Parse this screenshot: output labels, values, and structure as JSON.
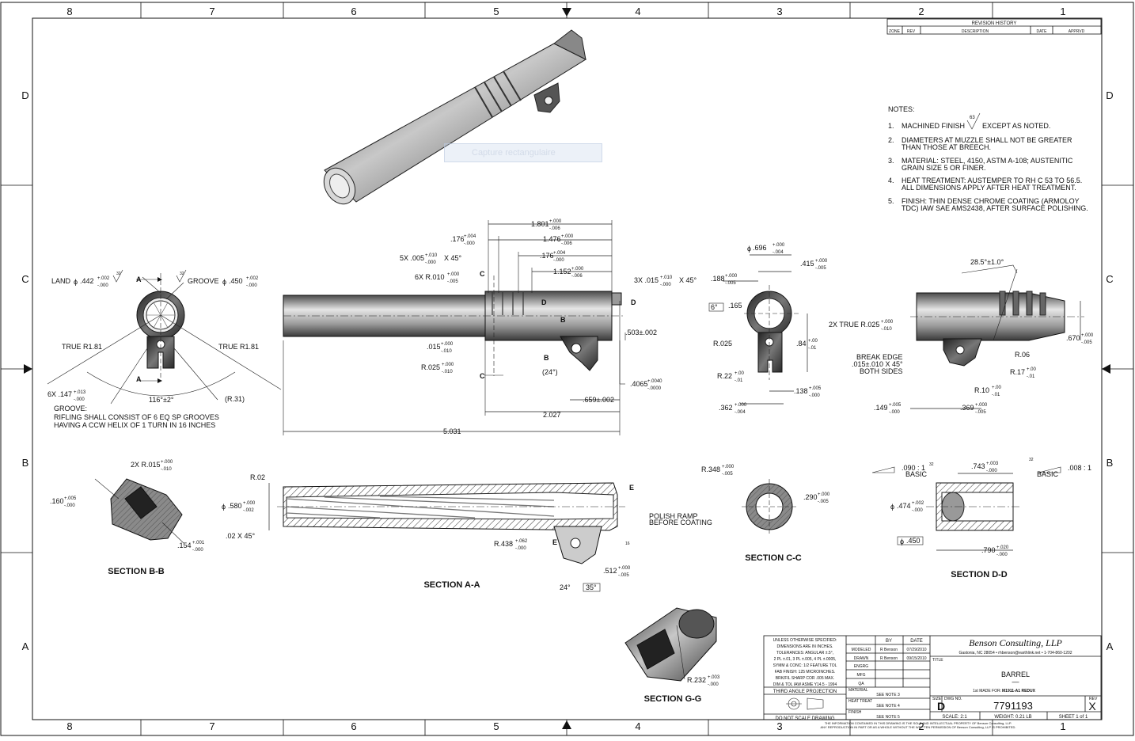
{
  "zones": {
    "columns": [
      "8",
      "7",
      "6",
      "5",
      "4",
      "3",
      "2",
      "1"
    ],
    "rows": [
      "D",
      "C",
      "B",
      "A"
    ]
  },
  "revision_history": {
    "title": "REVISION HISTORY",
    "headers": [
      "ZONE",
      "REV",
      "DESCRIPTION",
      "DATE",
      "APPRVD"
    ]
  },
  "notes": {
    "heading": "NOTES:",
    "items": [
      {
        "num": "1.",
        "lines": [
          "MACHINED FINISH",
          "EXCEPT AS NOTED."
        ],
        "finish_value": "63"
      },
      {
        "num": "2.",
        "lines": [
          "DIAMETERS AT MUZZLE SHALL NOT BE GREATER",
          "THAN THOSE AT BREECH."
        ]
      },
      {
        "num": "3.",
        "lines": [
          "MATERIAL:  STEEL, 4150, ASTM A-108; AUSTENITIC",
          "GRAIN SIZE 5 OR FINER."
        ]
      },
      {
        "num": "4.",
        "lines": [
          "HEAT TREATMENT:  AUSTEMPER TO RH C 53 TO 56.5.",
          "ALL DIMENSIONS APPLY AFTER HEAT TREATMENT."
        ]
      },
      {
        "num": "5.",
        "lines": [
          "FINISH:  THIN DENSE CHROME COATING (ARMOLOY",
          "TDC) IAW SAE AMS2438, AFTER SURFACE POLISHING."
        ]
      }
    ]
  },
  "overlay": {
    "capture_label": "Capture rectangulaire"
  },
  "end_view": {
    "land": "LAND",
    "land_dia": ".442",
    "land_tol_plus": "+.002",
    "land_tol_minus": "-.000",
    "groove": "GROOVE",
    "groove_dia": ".450",
    "groove_tol_plus": "+.002",
    "groove_tol_minus": "-.000",
    "finish32": "32",
    "true_r": "TRUE R1.81",
    "six_x": "6X .147",
    "six_x_plus": "+.013",
    "six_x_minus": "-.000",
    "angle": "116°±2°",
    "r31": "(R.31)",
    "section_a": "A",
    "groove_note_title": "GROOVE:",
    "groove_note_1": "RIFLING SHALL CONSIST OF 6 EQ SP GROOVES",
    "groove_note_2": "HAVING A CCW HELIX OF 1 TURN IN 16 INCHES"
  },
  "side_view": {
    "d1801": "1.801",
    "d1801_p": "+.000",
    "d1801_m": "-.006",
    "d176a": ".176",
    "d176a_p": "+.004",
    "d176a_m": "-.000",
    "d1476": "1.476",
    "d1476_p": "+.000",
    "d1476_m": "-.006",
    "d5x": "5X .005",
    "d5x_p": "+.010",
    "d5x_m": "-.000",
    "d5x_s": "X 45°",
    "d176b": ".176",
    "d176b_p": "+.004",
    "d176b_m": "-.000",
    "d6x": "6X R.010",
    "d6x_p": "+.000",
    "d6x_m": "-.005",
    "d1152": "1.152",
    "d1152_p": "+.000",
    "d1152_m": "-.006",
    "d3x": "3X .015",
    "d3x_p": "+.010",
    "d3x_m": "-.000",
    "d3x_s": "X 45°",
    "d503": ".503±.002",
    "d015": ".015",
    "d015_p": "+.000",
    "d015_m": "-.010",
    "dr025": "R.025",
    "dr025_p": "+.000",
    "dr025_m": "-.010",
    "d24": "(24°)",
    "d4065": ".4065",
    "d4065_p": "+.0040",
    "d4065_m": "-.0000",
    "d659": ".659±.002",
    "d2027": "2.027",
    "d5031": "5.031",
    "lab_c": "C",
    "lab_d": "D",
    "lab_b": "B"
  },
  "section_cc_view": {
    "d696": ".696",
    "d696_p": "+.000",
    "d696_m": "-.004",
    "d415": ".415",
    "d415_p": "+.000",
    "d415_m": "-.005",
    "d188": ".188",
    "d188_p": "+.000",
    "d188_m": "-.005",
    "d6deg": "6°",
    "d165": ".165",
    "dr025": "R.025",
    "d84": ".84",
    "d84_p": "+.00",
    "d84_m": "-.01",
    "dr22": "R.22",
    "dr22_p": "+.00",
    "dr22_m": "-.01",
    "d138": ".138",
    "d138_p": "+.005",
    "d138_m": "-.000",
    "d362": ".362",
    "d362_p": "+.000",
    "d362_m": "-.004"
  },
  "right_view": {
    "d285": "28.5°±1.0°",
    "d2x": "2X TRUE R.025",
    "d2x_p": "+.000",
    "d2x_m": "-.010",
    "break1": "BREAK EDGE",
    "break2": ".015±.010 X 45°",
    "break3": "BOTH SIDES",
    "r06": "R.06",
    "r17": "R.17",
    "r17_p": "+.00",
    "r17_m": "-.01",
    "r10": "R.10",
    "r10_p": "+.00",
    "r10_m": "-.01",
    "d670": ".670",
    "d670_p": "+.000",
    "d670_m": "-.005",
    "d149": ".149",
    "d149_p": "+.005",
    "d149_m": "-.000",
    "d369": ".369",
    "d369_p": "+.000",
    "d369_m": "-.005"
  },
  "section_bb": {
    "title": "SECTION B-B",
    "r015": "2X R.015",
    "r015_p": "+.000",
    "r015_m": "-.010",
    "d160": ".160",
    "d160_p": "+.005",
    "d160_m": "-.000",
    "d154": ".154",
    "d154_p": "+.001",
    "d154_m": "-.000"
  },
  "section_aa": {
    "title": "SECTION A-A",
    "r02": "R.02",
    "d580": ".580",
    "d580_p": "+.000",
    "d580_m": "-.002",
    "d02": ".02 X 45°",
    "polish1": "POLISH RAMP",
    "polish2": "BEFORE COATING",
    "lab_e": "E",
    "r438": "R.438",
    "r438_p": "+.062",
    "r438_m": "-.000",
    "d24": "24°",
    "d35": "35°",
    "d512": ".512",
    "d512_p": "+.000",
    "d512_m": "-.005",
    "finish16": "16"
  },
  "section_cc": {
    "title": "SECTION C-C",
    "r348": "R.348",
    "r348_p": "+.000",
    "r348_m": "-.005",
    "d290": ".290",
    "d290_p": "+.000",
    "d290_m": "-.005"
  },
  "section_dd": {
    "title": "SECTION D-D",
    "d090": ".090 : 1",
    "basic": "BASIC",
    "d743": ".743",
    "d743_p": "+.003",
    "d743_m": "-.000",
    "d008": ".008 : 1",
    "d474": ".474",
    "d474_p": "+.002",
    "d474_m": "-.000",
    "d450": ".450",
    "d790": ".790",
    "d790_p": "+.020",
    "d790_m": "-.000",
    "finish32": "32"
  },
  "section_gg": {
    "title": "SECTION G-G",
    "r232": "R.232",
    "r232_p": "+.003",
    "r232_m": "-.000"
  },
  "title_block": {
    "tolerances": [
      "UNLESS OTHERWISE SPECIFIED:",
      "DIMENSIONS ARE IN INCHES.",
      "TOLERANCES:  ANGULAR ±.5°,",
      "2 PL ±.01, 3 PL ±.005, 4 PL ±.0005,",
      "SYMM & CONC: 1/2 FEATURE TOL",
      "FAB FINISH: 125 MICROINCHES.",
      "BRK/FIL SHARP COR .005 MAX.",
      "DIM & TOL IAW ASME Y14.5 - 1994"
    ],
    "projection": "THIRD ANGLE PROJECTION",
    "dns": "DO NOT SCALE DRAWING",
    "by": "BY",
    "date": "DATE",
    "roles": [
      {
        "role": "MODELED",
        "by": "R Benson",
        "date": "07/29/2010"
      },
      {
        "role": "DRAWN",
        "by": "R Benson",
        "date": "09/15/2010"
      },
      {
        "role": "ENGRG",
        "by": "",
        "date": ""
      },
      {
        "role": "MFG",
        "by": "",
        "date": ""
      },
      {
        "role": "QA",
        "by": "",
        "date": ""
      }
    ],
    "material_label": "MATERIAL",
    "material": "SEE NOTE 3",
    "heat_label": "HEAT TREAT",
    "heat": "SEE NOTE 4",
    "finish_label": "FINISH",
    "finish": "SEE NOTE 5",
    "company": "Benson Consulting, LLP",
    "address": "Gastonia, NC 28054 •  rhbenson@earthlink.net  •  1-704-860-1202",
    "title_label": "TITLE",
    "part_title": "BARREL",
    "dash": "—",
    "made_for": "1st MADE FOR: ",
    "made_for_bold": "M1911-A1 REDUX",
    "size_label": "SIZE",
    "size": "D",
    "dwg_label": "DWG NO.",
    "dwg_no": "7791193",
    "rev_label": "REV",
    "rev": "X",
    "scale": "SCALE:  2:1",
    "weight": "WEIGHT:  0.21 LB",
    "sheet": "SHEET 1 of 1",
    "prop1": "THE INFORMATION CONTAINED IN THIS DRAWING IS THE SOLE AND INTELLECTUAL PROPERTY OF Benson Consulting, LLP.",
    "prop2": "ANY REPRODUCTION IN PART OR AS A WHOLE WITHOUT THE WRITTEN PERMISSION OF Benson Consulting, LLP IS PROHIBITED."
  }
}
